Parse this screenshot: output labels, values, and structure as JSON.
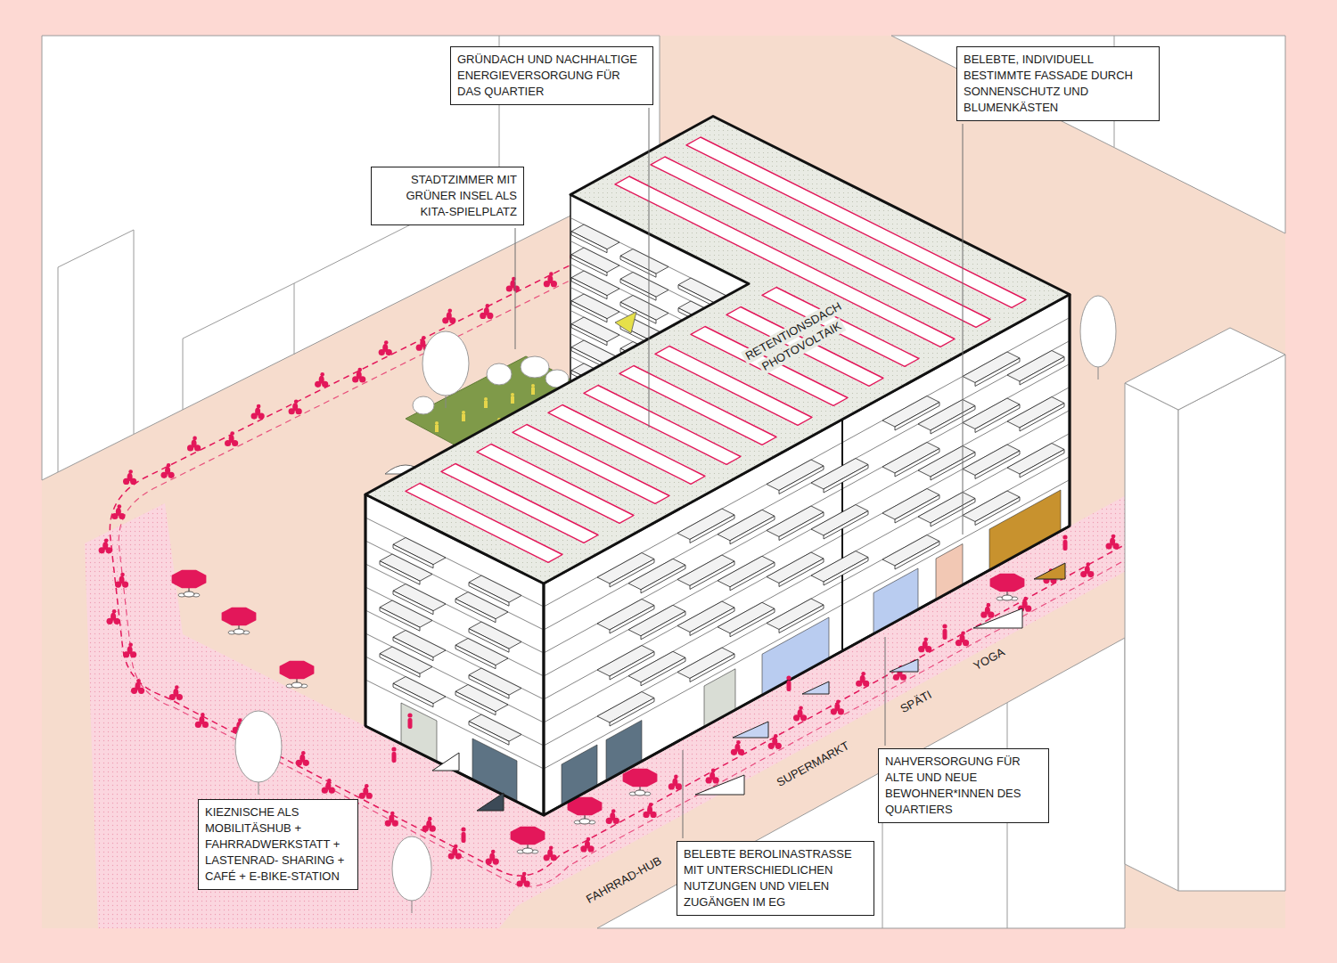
{
  "diagram": {
    "nodes": [
      {
        "text": [
          "GRÜNDACH UND NACHHALTIGE ENERGIEVERSORGUNG FÜR DAS QUARTIER"
        ]
      },
      {
        "text": [
          "BELEBTE, INDIVIDUELL BESTIMMTE FASSADE DURCH SONNENSCHUTZ UND BLUMENKÄSTEN"
        ]
      },
      {
        "text": [
          "STADTZIMMER MIT GRÜNER INSEL ALS KITA-SPIELPLATZ"
        ]
      },
      {
        "text": [
          "NAHVERSORGUNG FÜR ALTE UND NEUE BEWOHNER*INNEN DES QUARTIERS"
        ]
      },
      {
        "text": [
          "KIEZNISCHE ALS MOBILITÄSHUB + FAHRRADWERKSTATT + LASTENRAD- SHARING + CAFÉ + E-BIKE-STATION"
        ]
      },
      {
        "text": [
          "BELEBTE BEROLINASTRASSE MIT UNTERSCHIEDLICHEN NUTZUNGEN UND VIELEN ZUGÄNGEN IM EG"
        ]
      }
    ],
    "labels": [
      "RETENTIONSDACH",
      "PHOTOVOLTAIK",
      "YOGA",
      "SPÄTI",
      "SUPERMARKT",
      "FAHRRAD-HUB"
    ]
  }
}
